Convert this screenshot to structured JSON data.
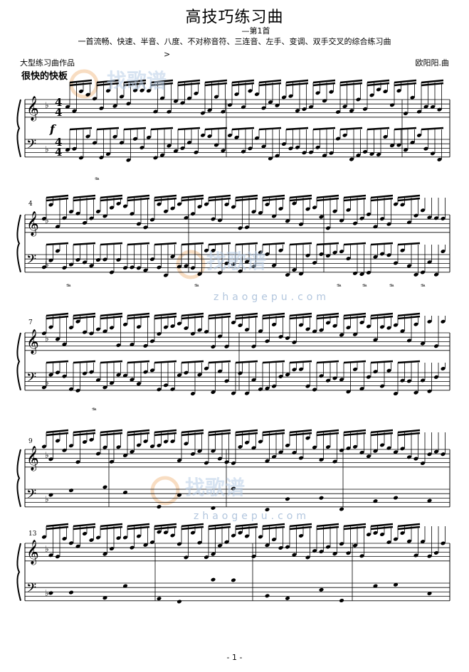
{
  "header": {
    "title": "高技巧练习曲",
    "subtitle": "—第1首",
    "description": "一首流畅、快速、半音、八度、不对称音符、三连音、左手、变调、双手交叉的综合练习曲",
    "series": "大型练习曲作品",
    "composer": "欧阳阳.曲",
    "tempo": "很快的快板"
  },
  "score": {
    "dynamic": "f",
    "accent_mark": ">",
    "pedal_mark": "𝆮",
    "time_signature_top": "4",
    "time_signature_bottom": "4",
    "measure_numbers": [
      "4",
      "7",
      "9",
      "13"
    ]
  },
  "watermark": {
    "site_text": "zhaogepu.com",
    "logo_text": "找歌谱"
  },
  "footer": {
    "page_number": "- 1 -"
  }
}
